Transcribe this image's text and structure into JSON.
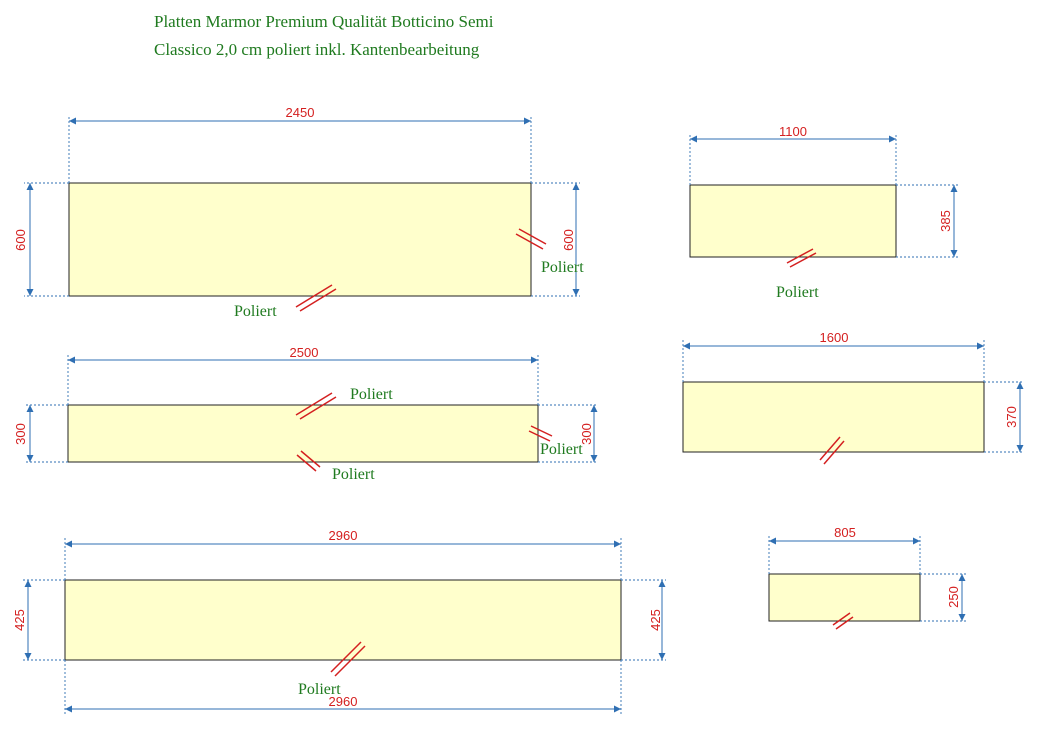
{
  "title": {
    "line1": "Platten Marmor Premium Qualität Botticino Semi",
    "line2": "Classico 2,0 cm poliert inkl. Kantenbearbeitung"
  },
  "colors": {
    "slab_fill": "#ffffcc",
    "dimension_text": "#d42020",
    "dimension_line": "#2f6fb3",
    "note_text": "#1f7a1f"
  },
  "slabs": [
    {
      "id": "slab-2450x600",
      "width_label": "2450",
      "height_left_label": "600",
      "height_right_label": "600"
    },
    {
      "id": "slab-2500x300",
      "width_label": "2500",
      "height_left_label": "300",
      "height_right_label": "300"
    },
    {
      "id": "slab-2960x425",
      "width_label": "2960",
      "width_bottom_label": "2960",
      "height_left_label": "425",
      "height_right_label": "425"
    },
    {
      "id": "slab-1100x385",
      "width_label": "1100",
      "height_right_label": "385"
    },
    {
      "id": "slab-1600x370",
      "width_label": "1600",
      "height_right_label": "370"
    },
    {
      "id": "slab-805x250",
      "width_label": "805",
      "height_right_label": "250"
    }
  ],
  "notes": {
    "n1": "Poliert",
    "n2": "Poliert",
    "n3": "Poliert",
    "n4": "Poliert",
    "n5": "Poliert",
    "n6": "Poliert",
    "n7": "Poliert"
  }
}
